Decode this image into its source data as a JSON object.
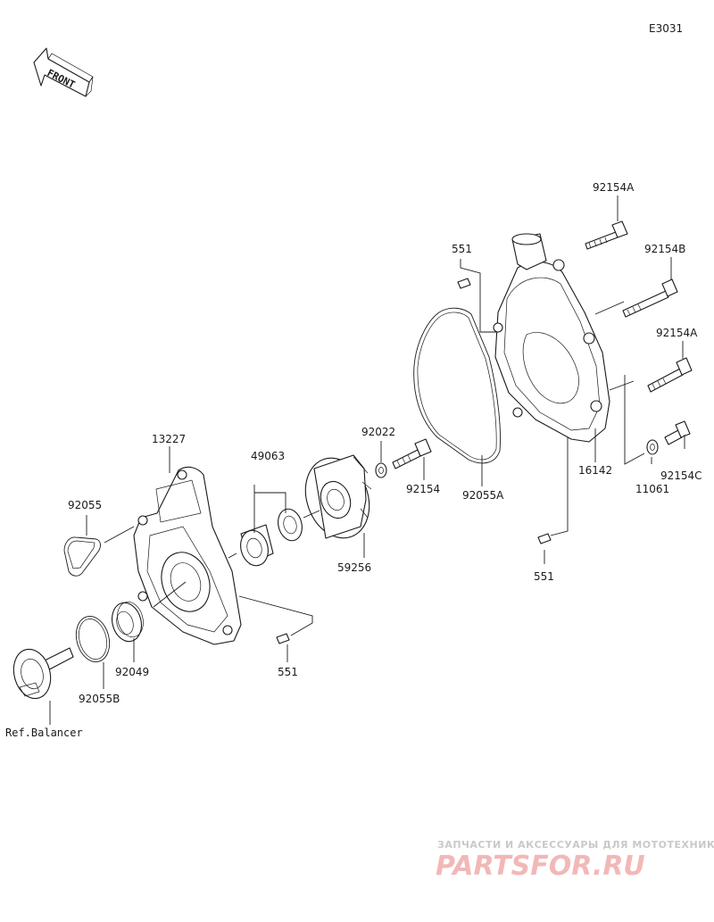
{
  "diagram_code": "E3031",
  "front_label": "FRONT",
  "reference_label": "Ref.Balancer",
  "part_labels": {
    "p92154A_top": "92154A",
    "p92154B": "92154B",
    "p92154A_mid": "92154A",
    "p92154C": "92154C",
    "p11061": "11061",
    "p16142": "16142",
    "p551_top": "551",
    "p551_right": "551",
    "p551_bottom": "551",
    "p92055A": "92055A",
    "p92022": "92022",
    "p92154": "92154",
    "p49063": "49063",
    "p59256": "59256",
    "p13227": "13227",
    "p92055": "92055",
    "p92049": "92049",
    "p92055B": "92055B"
  },
  "watermark": {
    "tagline": "ЗАПЧАСТИ И АКСЕССУАРЫ ДЛЯ МОТОТЕХНИКИ",
    "brand": "PARTSFOR.RU"
  }
}
